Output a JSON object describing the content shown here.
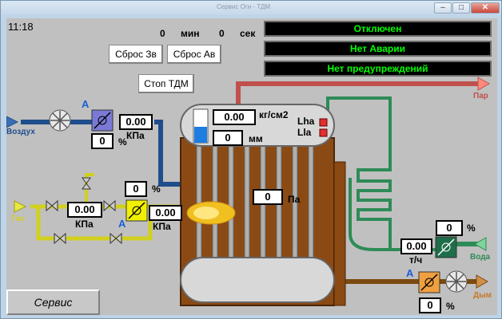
{
  "window": {
    "title": "Сервис Оги - ТДМ"
  },
  "clock": "11:18",
  "timer": {
    "min_value": "0",
    "min_label": "мин",
    "sec_value": "0",
    "sec_label": "сек"
  },
  "buttons": {
    "reset_zv": "Сброс Зв",
    "reset_av": "Сброс Ав",
    "stop_tdm": "Стоп ТДМ",
    "service": "Сервис"
  },
  "status": {
    "mode": "Отключен",
    "alarm": "Нет Аварии",
    "warnings": "Нет предупреждений"
  },
  "air": {
    "label": "Воздух",
    "auto": "A",
    "pressure": "0.00",
    "pressure_unit": "КПа",
    "valve_percent": "0",
    "percent_unit": "%"
  },
  "gas": {
    "label": "Газ",
    "pressure1": "0.00",
    "pressure1_unit": "КПа",
    "valve_percent": "0",
    "percent_unit": "%",
    "auto": "A",
    "pressure2": "0.00",
    "pressure2_unit": "КПа"
  },
  "drum": {
    "pressure": "0.00",
    "pressure_unit": "кг/см2",
    "level": "0",
    "level_unit": "мм",
    "lha": "Lha",
    "lla": "Lla"
  },
  "furnace": {
    "pressure": "0",
    "pressure_unit": "Па"
  },
  "steam": {
    "label": "Пар"
  },
  "water": {
    "label": "Вода",
    "valve_percent": "0",
    "percent_unit": "%",
    "flow": "0.00",
    "flow_unit": "т/ч"
  },
  "smoke": {
    "label": "Дым",
    "auto": "A",
    "valve_percent": "0",
    "percent_unit": "%"
  },
  "colors": {
    "status_text": "#00ff00",
    "air_line": "#1f4e8c",
    "gas_line": "#d0d020",
    "water_line": "#2e8b57",
    "steam_line": "#c0504d",
    "smoke_line": "#7a4a10",
    "furnace": "#8b4a14"
  }
}
